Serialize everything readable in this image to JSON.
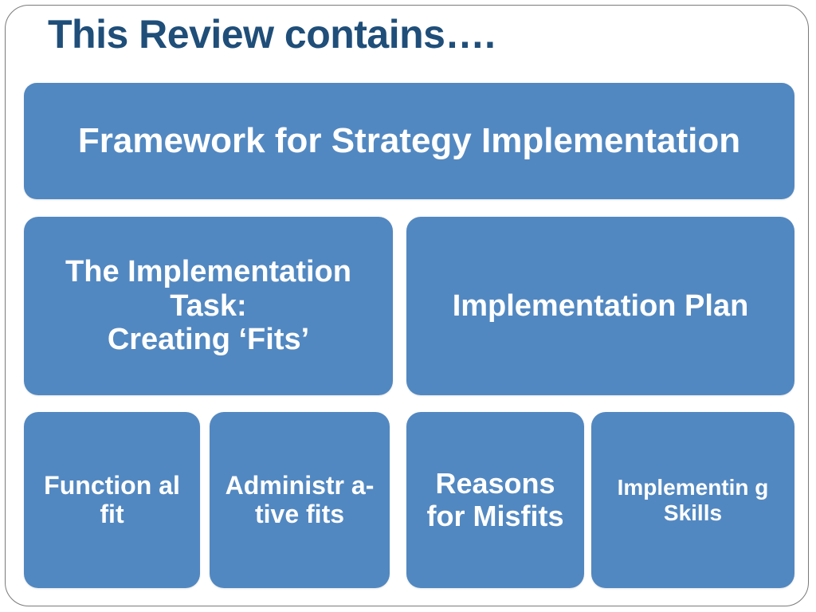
{
  "slide": {
    "title": "This Review contains….",
    "title_color": "#1F4E79",
    "node_fill_color": "#5288C1",
    "node_text_color": "#FFFFFF",
    "frame_color": "#7A7A7A",
    "background_color": "#FFFFFF"
  },
  "nodes": {
    "framework": {
      "label": "Framework for Strategy Implementation"
    },
    "task": {
      "label": "The Implementation Task:\nCreating ‘Fits’"
    },
    "plan": {
      "label": "Implementation Plan"
    },
    "functional_fit": {
      "label": "Function al fit"
    },
    "administrative_fits": {
      "label": "Administr a-tive fits"
    },
    "reasons_for_misfits": {
      "label": "Reasons for Misfits"
    },
    "implementing_skills": {
      "label": "Implementin g Skills"
    }
  }
}
